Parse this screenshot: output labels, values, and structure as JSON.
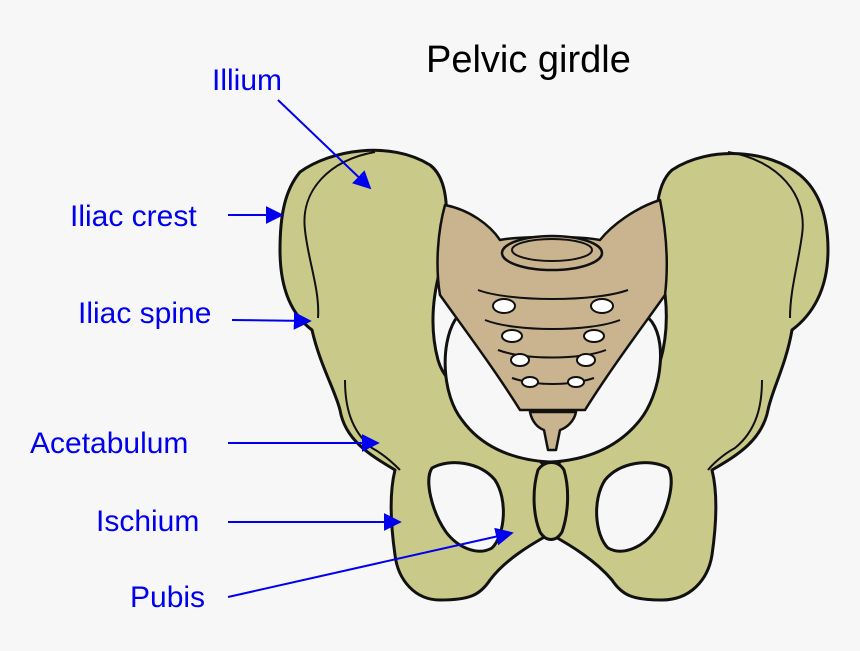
{
  "title": "Pelvic girdle",
  "colors": {
    "bone": "#c9c98a",
    "sacrum": "#c9b48f",
    "label": "#0000ee",
    "background": "#f7f7f8"
  },
  "labels": {
    "illium": "Illium",
    "iliac_crest": "Iliac crest",
    "iliac_spine": "Iliac spine",
    "acetabulum": "Acetabulum",
    "ischium": "Ischium",
    "pubis": "Pubis"
  }
}
